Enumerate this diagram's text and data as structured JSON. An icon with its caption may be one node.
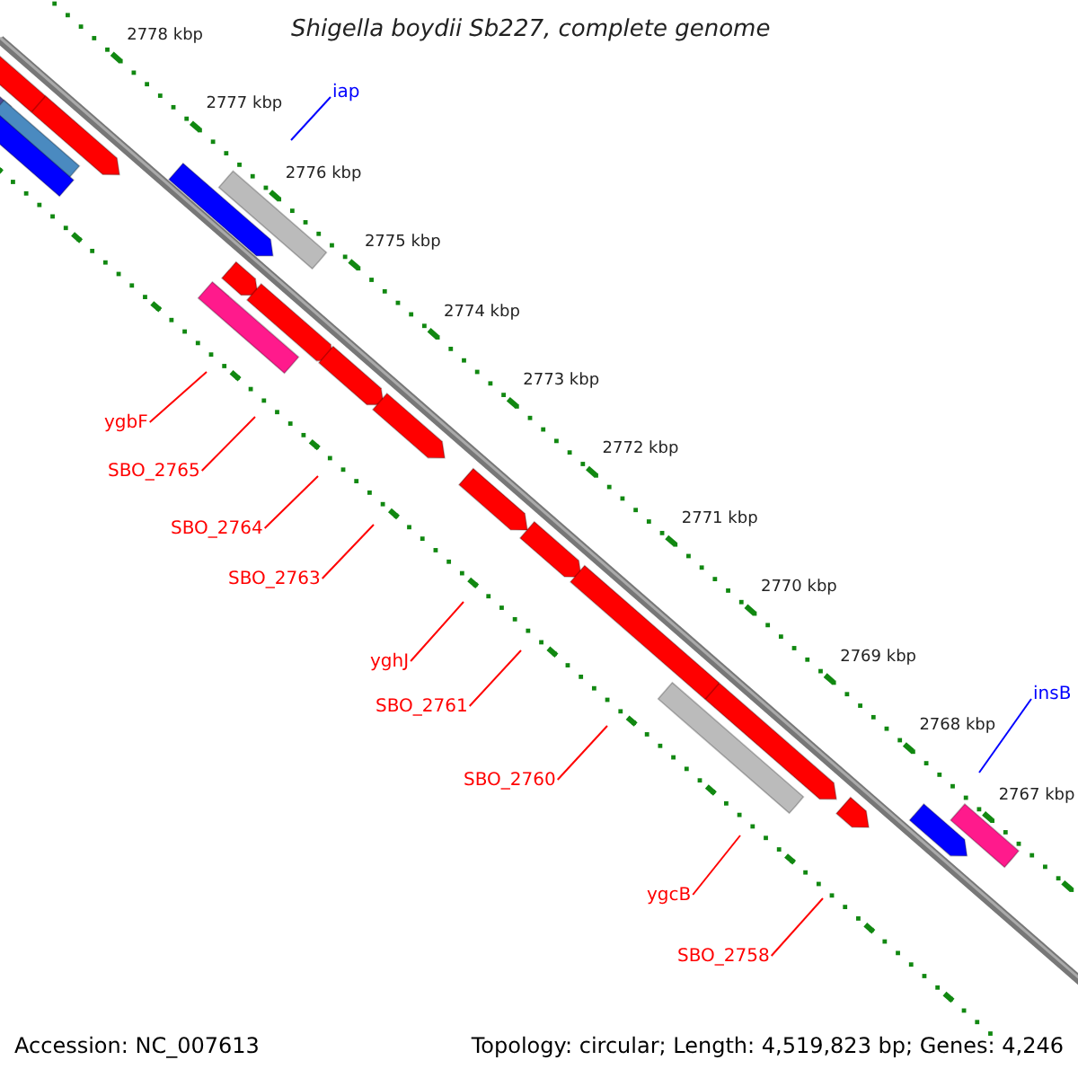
{
  "diagram": {
    "title": "Shigella boydii Sb227, complete genome",
    "nodes": [
      {
        "text": [
          "iap"
        ]
      },
      {
        "text": [
          "ygbF"
        ]
      },
      {
        "text": [
          "SBO_2765"
        ]
      },
      {
        "text": [
          "SBO_2764"
        ]
      },
      {
        "text": [
          "SBO_2763"
        ]
      },
      {
        "text": [
          "yghJ"
        ]
      },
      {
        "text": [
          "insB"
        ]
      },
      {
        "text": [
          "SBO_2761"
        ]
      },
      {
        "text": [
          "SBO_2760"
        ]
      },
      {
        "text": [
          "ygcB"
        ]
      },
      {
        "text": [
          "SBO_2758"
        ]
      }
    ],
    "edges": [
      {
        "from": 0,
        "to": null,
        "arrow": "none",
        "color": "#0000ff"
      },
      {
        "from": 1,
        "to": null,
        "arrow": "none"
      },
      {
        "from": 2,
        "to": null,
        "arrow": "none"
      },
      {
        "from": 3,
        "to": null,
        "arrow": "none"
      },
      {
        "from": 4,
        "to": null,
        "arrow": "none"
      },
      {
        "from": 5,
        "to": null,
        "arrow": "none"
      },
      {
        "from": 6,
        "to": null,
        "arrow": "none",
        "color": "#0000ff"
      },
      {
        "from": 7,
        "to": null,
        "arrow": "none"
      },
      {
        "from": 8,
        "to": null,
        "arrow": "none"
      },
      {
        "from": 9,
        "to": null,
        "arrow": "none"
      },
      {
        "from": 10,
        "to": null,
        "arrow": "none"
      }
    ],
    "labels": [
      "2778 kbp",
      "2777 kbp",
      "2776 kbp",
      "2775 kbp",
      "2774 kbp",
      "2773 kbp",
      "2772 kbp",
      "2771 kbp",
      "2770 kbp",
      "2769 kbp",
      "2768 kbp",
      "2767 kbp",
      "Accession: NC_007613",
      "Topology: circular; Length: 4,519,823 bp; Genes: 4,246"
    ]
  }
}
